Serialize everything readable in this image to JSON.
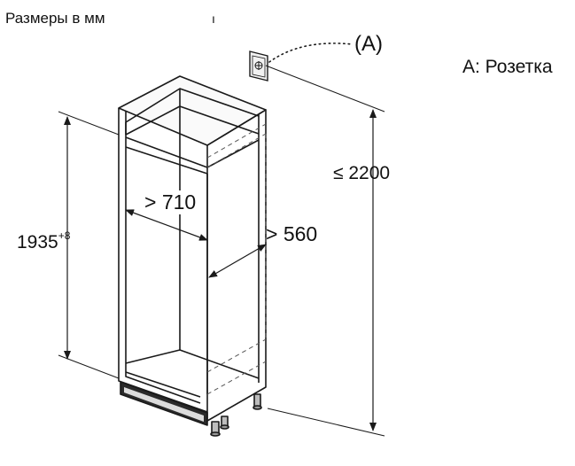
{
  "caption": "Размеры в мм",
  "tick_mark": "ı",
  "socket": {
    "ref": "(A)",
    "legend": "A: Розетка"
  },
  "dimensions": {
    "max_height": "≤ 2200",
    "height_value": "1935",
    "height_tolerance": "+8",
    "width": "> 710",
    "depth": "> 560"
  },
  "colors": {
    "line": "#1a1a1a",
    "hidden": "#555555"
  },
  "icon": "socket-icon"
}
